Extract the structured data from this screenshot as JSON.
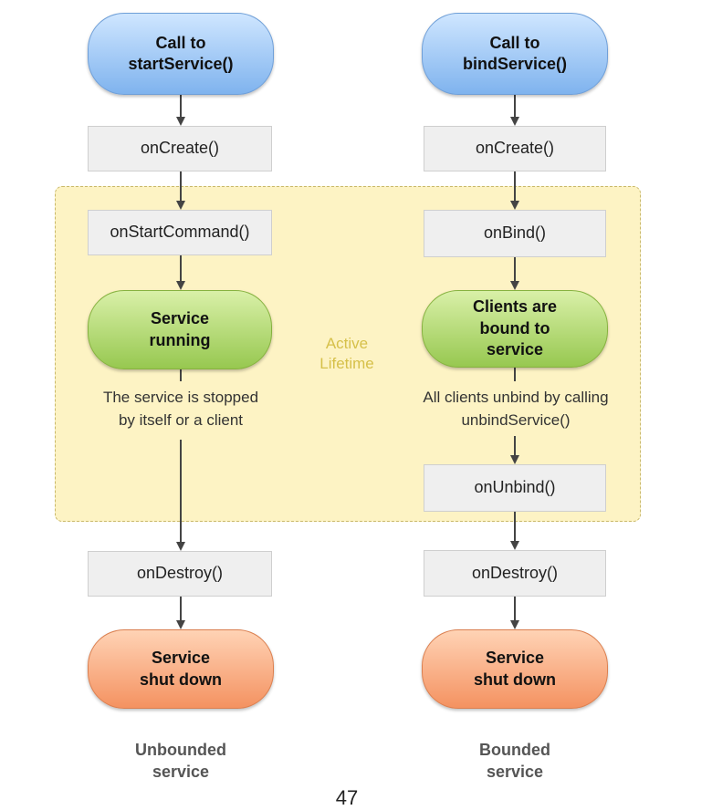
{
  "left_flow": {
    "start": "Call to\nstartService()",
    "on_create": "onCreate()",
    "on_start_command": "onStartCommand()",
    "running": "Service\nrunning",
    "stop_note": "The service is stopped\nby itself or a client",
    "on_destroy": "onDestroy()",
    "shut_down": "Service\nshut down",
    "caption": "Unbounded\nservice"
  },
  "right_flow": {
    "start": "Call to\nbindService()",
    "on_create": "onCreate()",
    "on_bind": "onBind()",
    "bound": "Clients are\nbound to\nservice",
    "unbind_note": "All clients unbind by calling\nunbindService()",
    "on_unbind": "onUnbind()",
    "on_destroy": "onDestroy()",
    "shut_down": "Service\nshut down",
    "caption": "Bounded\nservice"
  },
  "active_lifetime": "Active\nLifetime",
  "page_number": "47",
  "colors": {
    "start_node": "#7fb3ee",
    "running_node": "#97c850",
    "shutdown_node": "#f49261",
    "lifetime_region": "#fdf3c4",
    "connector": "#444444"
  }
}
